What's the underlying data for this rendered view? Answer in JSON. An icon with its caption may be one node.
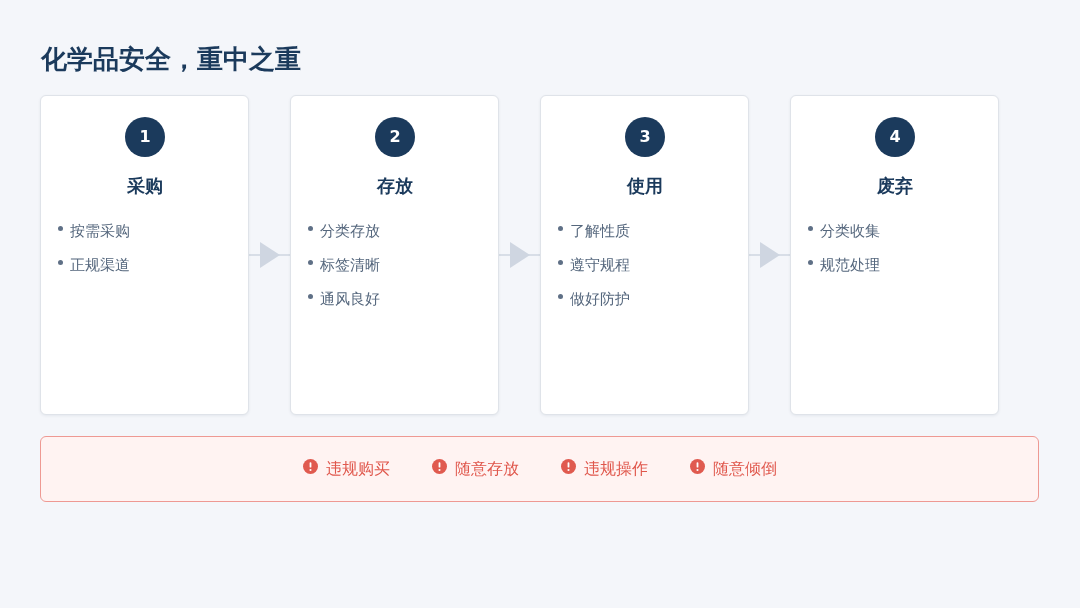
{
  "diagram": {
    "title": "化学品安全，重中之重",
    "nodes": [
      {
        "text": [
          "采购",
          "按需采购",
          "正规渠道"
        ]
      },
      {
        "text": [
          "1"
        ],
        "in": 0
      },
      {
        "text": [
          "存放",
          "分类存放",
          "标签清晰",
          "通风良好"
        ]
      },
      {
        "text": [
          "2"
        ],
        "in": 2
      },
      {
        "text": [
          "使用",
          "了解性质",
          "遵守规程",
          "做好防护"
        ]
      },
      {
        "text": [
          "3"
        ],
        "in": 4
      },
      {
        "text": [
          "废弃",
          "分类收集",
          "规范处理"
        ]
      },
      {
        "text": [
          "4"
        ],
        "in": 6
      },
      {
        "text": [
          "违规购买",
          "随意存放",
          "违规操作",
          "随意倾倒"
        ]
      }
    ],
    "edges": [
      {
        "from": 0,
        "to": 2,
        "arrow": "to"
      },
      {
        "from": 2,
        "to": 4,
        "arrow": "to"
      },
      {
        "from": 4,
        "to": 6,
        "arrow": "to"
      }
    ]
  }
}
